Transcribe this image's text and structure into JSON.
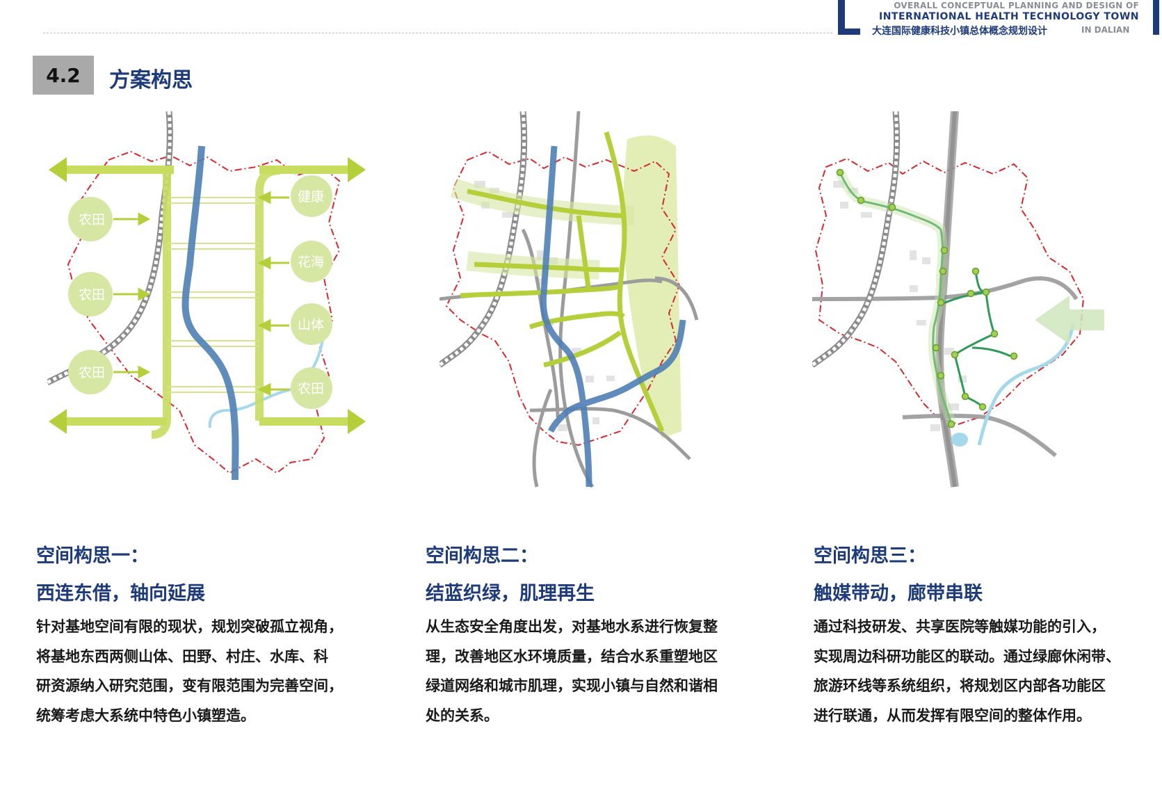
{
  "header": {
    "line1": "OVERALL CONCEPTUAL PLANNING AND DESIGN OF",
    "line2": "INTERNATIONAL HEALTH TECHNOLOGY TOWN",
    "line3_cn": "大连国际健康科技小镇总体概念规划设计",
    "line3_en": "IN DALIAN"
  },
  "section": {
    "number": "4.2",
    "title": "方案构思"
  },
  "diagram1": {
    "left_labels": [
      "农田",
      "农田",
      "农田"
    ],
    "right_labels": [
      "健康",
      "花海",
      "山体",
      "农田"
    ]
  },
  "concepts": [
    {
      "title": "空间构思一：",
      "subtitle": "西连东借，轴向延展",
      "body": [
        "针对基地空间有限的现状，规划突破孤立视角，",
        "将基地东西两侧山体、田野、村庄、水库、科",
        "研资源纳入研究范围，变有限范围为完善空间，",
        "统筹考虑大系统中特色小镇塑造。"
      ]
    },
    {
      "title": "空间构思二：",
      "subtitle": "结蓝织绿，肌理再生",
      "body": [
        "从生态安全角度出发，对基地水系进行恢复整",
        "理，改善地区水环境质量，结合水系重塑地区",
        "绿道网络和城市肌理，实现小镇与自然和谐相",
        "处的关系。"
      ]
    },
    {
      "title": "空间构思三：",
      "subtitle": "触媒带动，廊带串联",
      "body": [
        "通过科技研发、共享医院等触媒功能的引入，",
        "实现周边科研功能区的联动。通过绿廊休闲带、",
        "旅游环线等系统组织，将规划区内部各功能区",
        "进行联通，从而发挥有限空间的整体作用。"
      ]
    }
  ],
  "colors": {
    "accent_navy": "#1d3a7a",
    "lime_green": "#b5cf3a",
    "water_blue": "#4f7fb5",
    "boundary_red": "#d8272d",
    "corridor_green": "#2f9a55"
  }
}
